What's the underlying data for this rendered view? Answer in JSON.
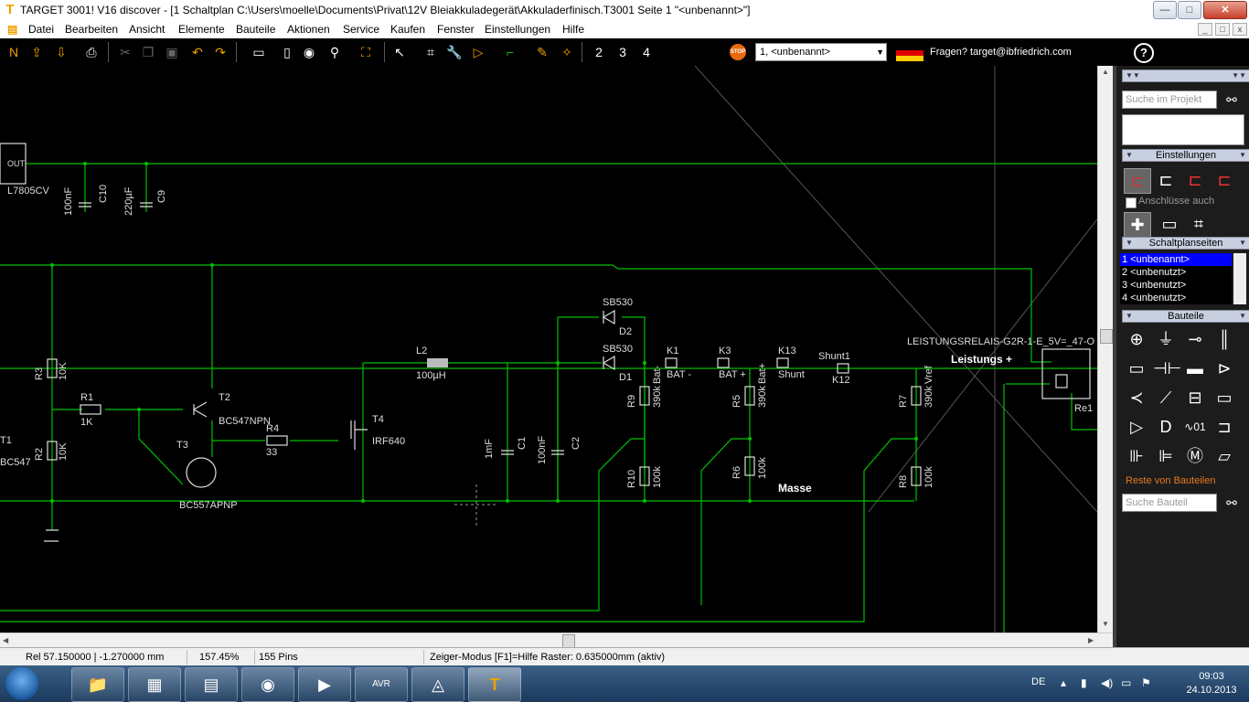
{
  "window": {
    "title": "TARGET 3001! V16 discover - [1 Schaltplan C:\\Users\\moelle\\Documents\\Privat\\12V Bleiakkuladegerät\\Akkuladerfinisch.T3001 Seite 1 \"<unbenannt>\"]",
    "minimize": "—",
    "maximize": "□",
    "close": "✕"
  },
  "menu": {
    "items": [
      "Datei",
      "Bearbeiten",
      "Ansicht",
      "Elemente",
      "Bauteile",
      "Aktionen",
      "Service",
      "Kaufen",
      "Fenster",
      "Einstellungen",
      "Hilfe"
    ],
    "mdi_min": "_",
    "mdi_max": "□",
    "mdi_close": "x"
  },
  "toolbar": {
    "stop_label": "STOP",
    "page_select": "1, <unbenannt>",
    "contact": "Fragen? target@ibfriedrich.com",
    "help": "?",
    "flag_colors": [
      "#000000",
      "#dd0000",
      "#ffce00"
    ]
  },
  "schematic": {
    "wire_color": "#00c000",
    "labels": {
      "out": "OUT",
      "l7805": "L7805CV",
      "c10_val": "100nF",
      "c10": "C10",
      "c9_val": "220µF",
      "c9": "C9",
      "r3": "R3",
      "r3_val": "10K",
      "r1": "R1",
      "r1_val": "1K",
      "t2": "T2",
      "t2_val": "BC547NPN",
      "r4": "R4",
      "r4_val": "33",
      "t4": "T4",
      "t4_val": "IRF640",
      "t1": "T1",
      "t1_val": "BC547",
      "r2": "R2",
      "r2_val": "10K",
      "t3": "T3",
      "t3_val": "BC557APNP",
      "l2": "L2",
      "l2_val": "100µH",
      "c1_val": "1mF",
      "c1": "C1",
      "c2_val": "100nF",
      "c2": "C2",
      "d2_val": "SB530",
      "d2": "D2",
      "d1_val": "SB530",
      "d1": "D1",
      "k1": "K1",
      "k1_val": "BAT -",
      "k3": "K3",
      "k3_val": "BAT +",
      "k13": "K13",
      "k13_val": "Shunt",
      "shunt1": "Shunt1",
      "k12": "K12",
      "r9": "R9",
      "r9_val": "390k",
      "r9_net": "Bat-",
      "r5": "R5",
      "r5_val": "390k",
      "r5_net": "Bat+",
      "r7": "R7",
      "r7_val": "390k",
      "r7_net": "Vref",
      "r10": "R10",
      "r10_val": "100k",
      "r6": "R6",
      "r6_val": "100k",
      "r8": "R8",
      "r8_val": "100k",
      "masse": "Masse",
      "leistungs": "Leistungs +",
      "relay_name": "LEISTUNGSRELAIS-G2R-1-E_5V=_47-O",
      "re1": "Re1"
    }
  },
  "panel": {
    "search_project_placeholder": "Suche im Projekt",
    "einstellungen": "Einstellungen",
    "anschluesse": "Anschlüsse auch",
    "schaltplanseiten": "Schaltplanseiten",
    "pages": [
      "1 <unbenannt>",
      "2 <unbenutzt>",
      "3 <unbenutzt>",
      "4 <unbenutzt>"
    ],
    "bauteile": "Bauteile",
    "reste": "Reste von Bauteilen",
    "search_part_placeholder": "Suche Bauteil"
  },
  "status": {
    "coords": "Rel 57.150000 | -1.270000 mm",
    "zoom": "157.45%",
    "pins": "155 Pins",
    "mode": "Zeiger-Modus   [F1]=Hilfe   Raster: 0.635000mm (aktiv)"
  },
  "taskbar": {
    "lang": "DE",
    "time": "09:03",
    "date": "24.10.2013",
    "avr_label": "AVR"
  }
}
